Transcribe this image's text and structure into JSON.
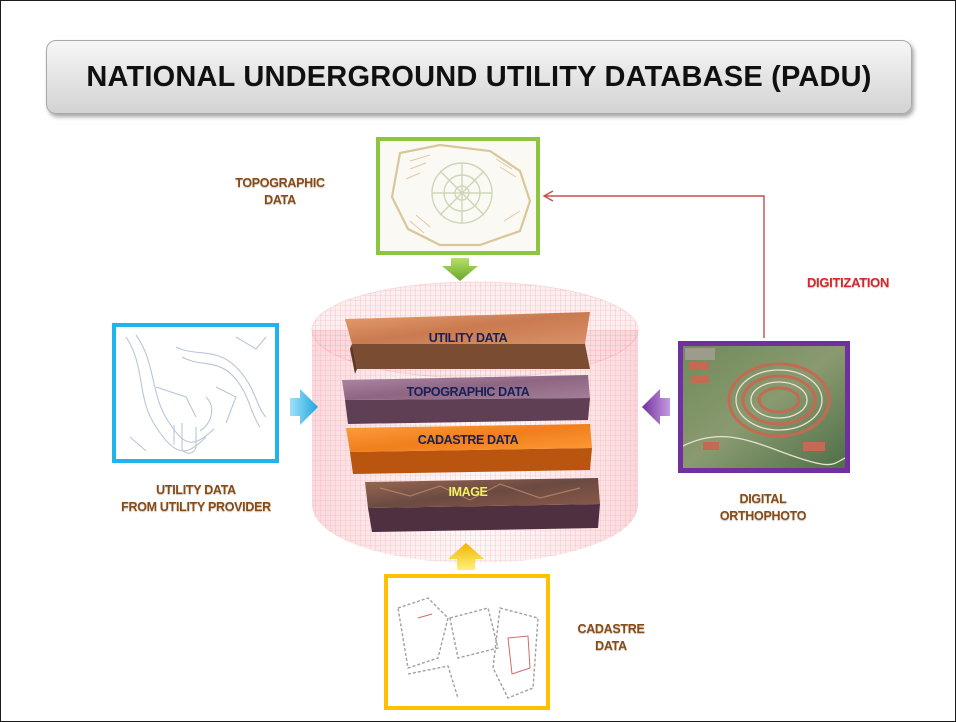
{
  "title": "NATIONAL UNDERGROUND UTILITY DATABASE (PADU)",
  "inputs": {
    "topographic": "TOPOGRAPHIC\nDATA",
    "utility": "UTILITY DATA\nFROM UTILITY PROVIDER",
    "orthophoto": "DIGITAL\nORTHOPHOTO",
    "cadastre": "CADASTRE\nDATA"
  },
  "process_label": "DIGITIZATION",
  "layers": [
    "UTILITY DATA",
    "TOPOGRAPHIC DATA",
    "CADASTRE DATA",
    "IMAGE"
  ],
  "colors": {
    "topographic_frame": "#8cc63f",
    "utility_frame": "#1fb4ec",
    "orthophoto_frame": "#7030a0",
    "cadastre_frame": "#ffc000",
    "digitization_line": "#c0504d",
    "cylinder": "#f4a6ad",
    "label_text": "#8a4a14"
  }
}
